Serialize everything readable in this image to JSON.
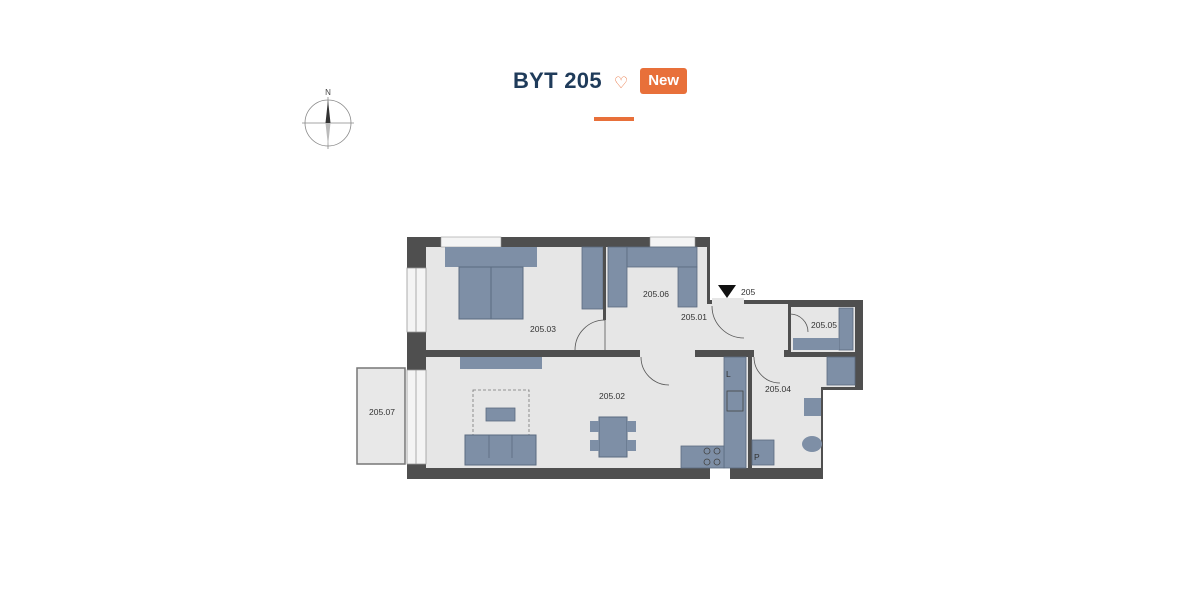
{
  "header": {
    "title": "BYT 205",
    "badge": "New",
    "heart_icon": "heart-outline-icon"
  },
  "compass": {
    "north_label": "N"
  },
  "plan": {
    "entrance_label": "205",
    "rooms": {
      "r01": "205.01",
      "r02": "205.02",
      "r03": "205.03",
      "r04": "205.04",
      "r05": "205.05",
      "r06": "205.06",
      "r07": "205.07"
    },
    "markers": {
      "L": "L",
      "P": "P"
    }
  },
  "colors": {
    "accent": "#e8703a",
    "title": "#1f3b5a",
    "wall": "#5b5b5b",
    "floor": "#e6e6e6",
    "furniture": "#7e8fa6"
  }
}
